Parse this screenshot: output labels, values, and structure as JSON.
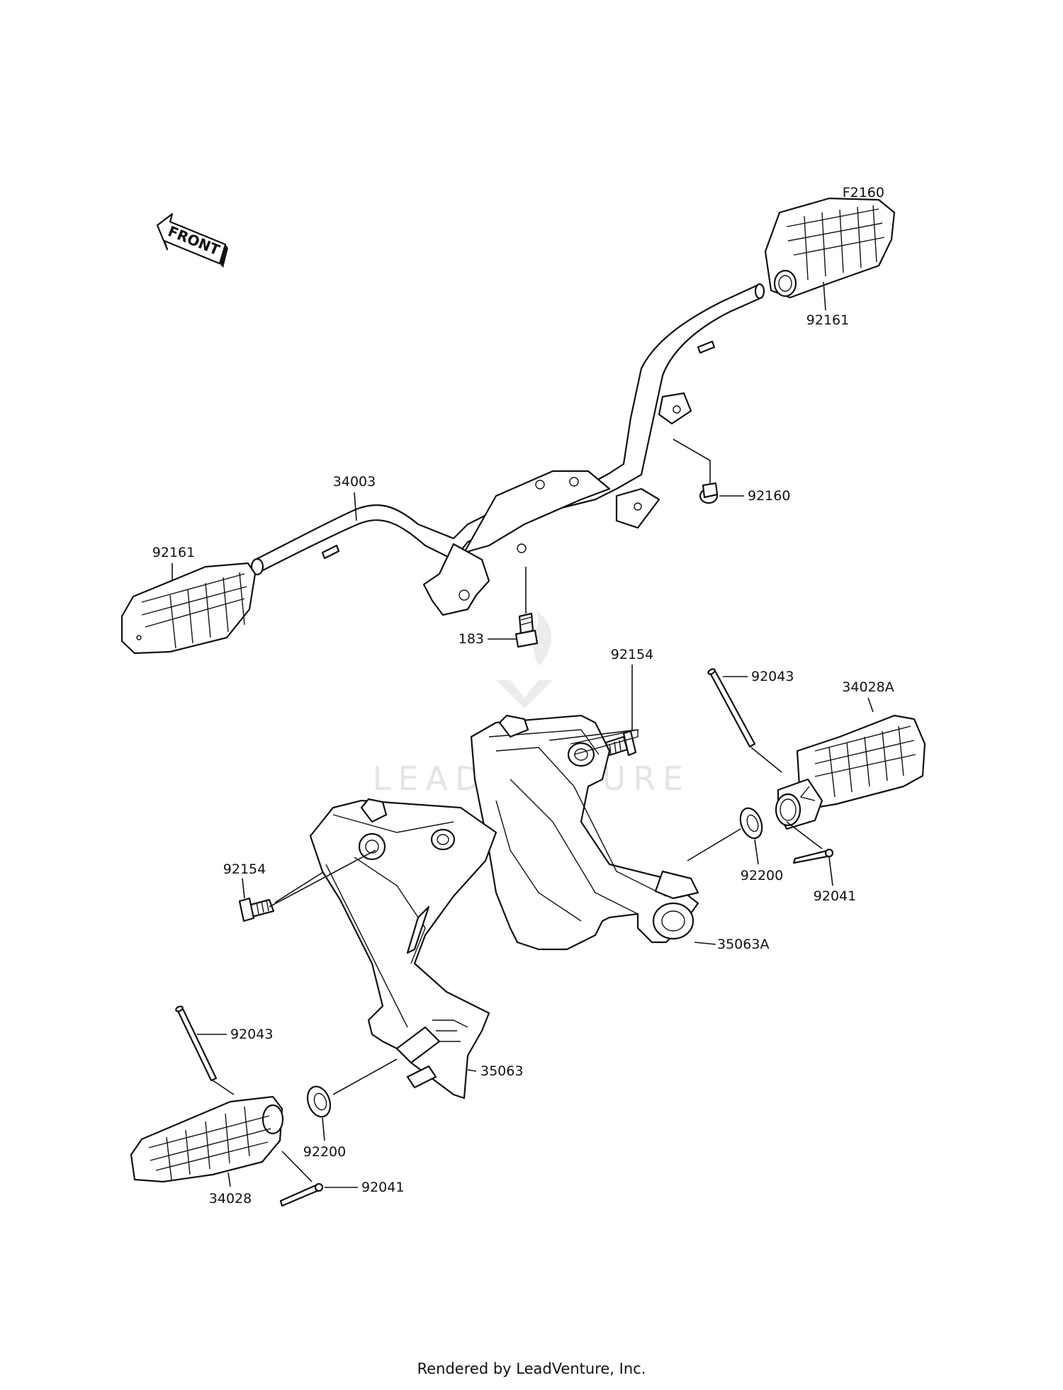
{
  "diagram_code": "F2160",
  "front_label": "FRONT",
  "watermark": "LEADVENTURE",
  "footer": "Rendered by LeadVenture, Inc.",
  "parts": {
    "p92161_right": "92161",
    "p92161_left": "92161",
    "p34003": "34003",
    "p92160": "92160",
    "p183": "183",
    "p92154_upper": "92154",
    "p92043_right": "92043",
    "p34028A": "34028A",
    "p92154_lower": "92154",
    "p92200_right": "92200",
    "p92041_right": "92041",
    "p35063A": "35063A",
    "p92043_left": "92043",
    "p35063": "35063",
    "p92200_left": "92200",
    "p34028": "34028",
    "p92041_left": "92041"
  }
}
